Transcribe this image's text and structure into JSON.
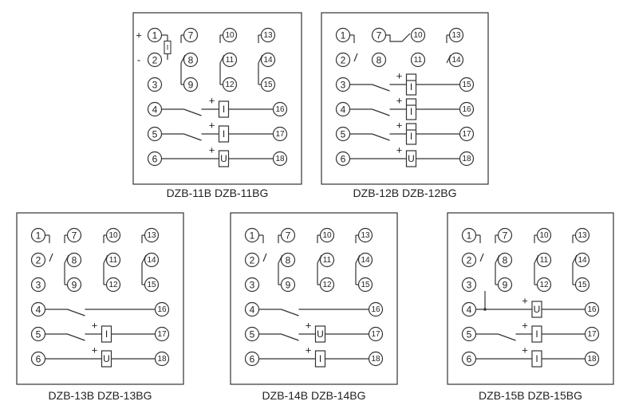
{
  "panels": [
    {
      "caption": "DZB-11B  DZB-11BG",
      "rows": [
        {
          "left": "1",
          "right": "",
          "contact": "none"
        },
        {
          "left": "2",
          "right": "",
          "contact": "none"
        },
        {
          "left": "3",
          "right": "",
          "contact": "none"
        },
        {
          "left": "4",
          "right": "16",
          "contact": "open",
          "coil": "I",
          "plus": true
        },
        {
          "left": "5",
          "right": "17",
          "contact": "open",
          "coil": "I",
          "plus": true
        },
        {
          "left": "6",
          "right": "18",
          "contact": "none",
          "coil": "U",
          "plus": true
        }
      ],
      "top_numbers": [
        "7",
        "10",
        "13",
        "8",
        "11",
        "14",
        "9",
        "12",
        "15"
      ],
      "supply": {
        "plus": "+",
        "minus": "-",
        "coil": "I"
      }
    },
    {
      "caption": "DZB-12B  DZB-12BG",
      "rows": [
        {
          "left": "1",
          "right": "",
          "contact": "none"
        },
        {
          "left": "2",
          "right": "",
          "contact": "none"
        },
        {
          "left": "3",
          "right": "15",
          "contact": "open",
          "coil": "I",
          "plus": true,
          "tall": true
        },
        {
          "left": "4",
          "right": "16",
          "contact": "open",
          "coil": "I",
          "plus": true,
          "tall": true
        },
        {
          "left": "5",
          "right": "17",
          "contact": "open",
          "coil": "I",
          "plus": true,
          "tall": true
        },
        {
          "left": "6",
          "right": "18",
          "contact": "none",
          "coil": "U",
          "plus": true
        }
      ],
      "top_numbers": [
        "7",
        "10",
        "13",
        "8",
        "11",
        "14"
      ]
    },
    {
      "caption": "DZB-13B  DZB-13BG",
      "rows": [
        {
          "left": "1",
          "right": "",
          "contact": "none"
        },
        {
          "left": "2",
          "right": "",
          "contact": "none"
        },
        {
          "left": "3",
          "right": "",
          "contact": "none"
        },
        {
          "left": "4",
          "right": "16",
          "contact": "open"
        },
        {
          "left": "5",
          "right": "17",
          "contact": "open",
          "coil": "I",
          "plus": true
        },
        {
          "left": "6",
          "right": "18",
          "contact": "none",
          "coil": "U",
          "plus": true
        }
      ],
      "top_numbers": [
        "7",
        "10",
        "13",
        "8",
        "11",
        "14",
        "9",
        "12",
        "15"
      ]
    },
    {
      "caption": "DZB-14B  DZB-14BG",
      "rows": [
        {
          "left": "1",
          "right": "",
          "contact": "none"
        },
        {
          "left": "2",
          "right": "",
          "contact": "none"
        },
        {
          "left": "3",
          "right": "",
          "contact": "none"
        },
        {
          "left": "4",
          "right": "16",
          "contact": "open"
        },
        {
          "left": "5",
          "right": "17",
          "contact": "open",
          "coil": "U",
          "plus": true
        },
        {
          "left": "6",
          "right": "18",
          "contact": "none",
          "coil": "I",
          "plus": true
        }
      ],
      "top_numbers": [
        "7",
        "10",
        "13",
        "8",
        "11",
        "14",
        "9",
        "12",
        "15"
      ]
    },
    {
      "caption": "DZB-15B  DZB-15BG",
      "rows": [
        {
          "left": "1",
          "right": "",
          "contact": "none"
        },
        {
          "left": "2",
          "right": "",
          "contact": "none"
        },
        {
          "left": "3",
          "right": "",
          "contact": "none"
        },
        {
          "left": "4",
          "right": "16",
          "contact": "none",
          "coil": "U",
          "plus": true,
          "tap3": true
        },
        {
          "left": "5",
          "right": "17",
          "contact": "open",
          "coil": "I",
          "plus": true
        },
        {
          "left": "6",
          "right": "18",
          "contact": "none",
          "coil": "I",
          "plus": true
        }
      ],
      "top_numbers": [
        "7",
        "10",
        "13",
        "8",
        "11",
        "14",
        "9",
        "12",
        "15"
      ]
    }
  ]
}
